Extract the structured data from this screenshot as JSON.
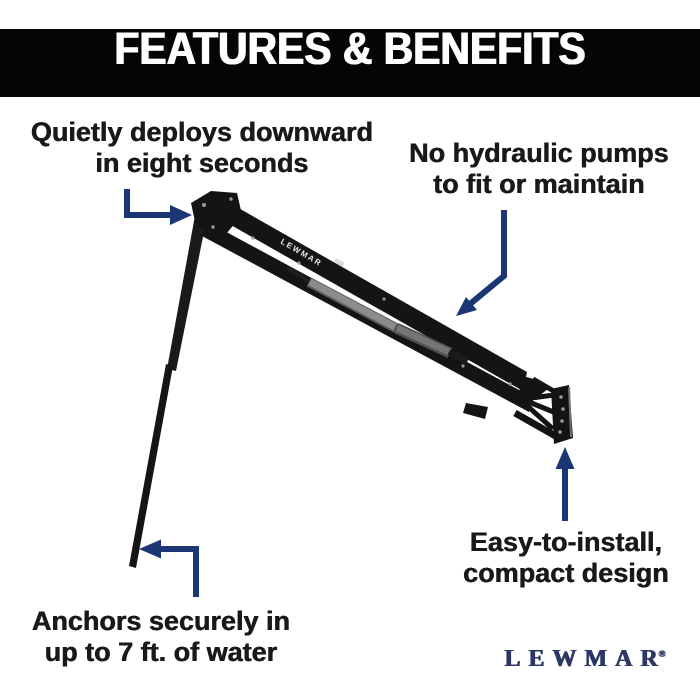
{
  "header": {
    "title": "FEATURES & BENEFITS"
  },
  "callouts": {
    "deploy": {
      "line1": "Quietly deploys downward",
      "line2": "in eight seconds"
    },
    "pumps": {
      "line1": "No hydraulic pumps",
      "line2": "to fit or maintain"
    },
    "install": {
      "line1": "Easy-to-install,",
      "line2": "compact design"
    },
    "anchors": {
      "line1": "Anchors securely in",
      "line2": "up to 7 ft. of water"
    }
  },
  "product": {
    "arm_label": "LEWMAR"
  },
  "brand": {
    "name": "LEWMAR",
    "registered_mark": "®"
  },
  "icons": {
    "deploy_arrow": "elbow-arrow-right",
    "pumps_arrow": "bent-arrow-down-left",
    "install_arrow": "arrow-up",
    "anchors_arrow": "elbow-arrow-left"
  },
  "colors": {
    "background": "#ffffff",
    "header_bg": "#050505",
    "header_text": "#ffffff",
    "body_text": "#191919",
    "arrow_navy": "#1c3574",
    "brand_navy": "#2b3765",
    "product_black": "#141414",
    "strut_gray": "#8c8c8c"
  }
}
